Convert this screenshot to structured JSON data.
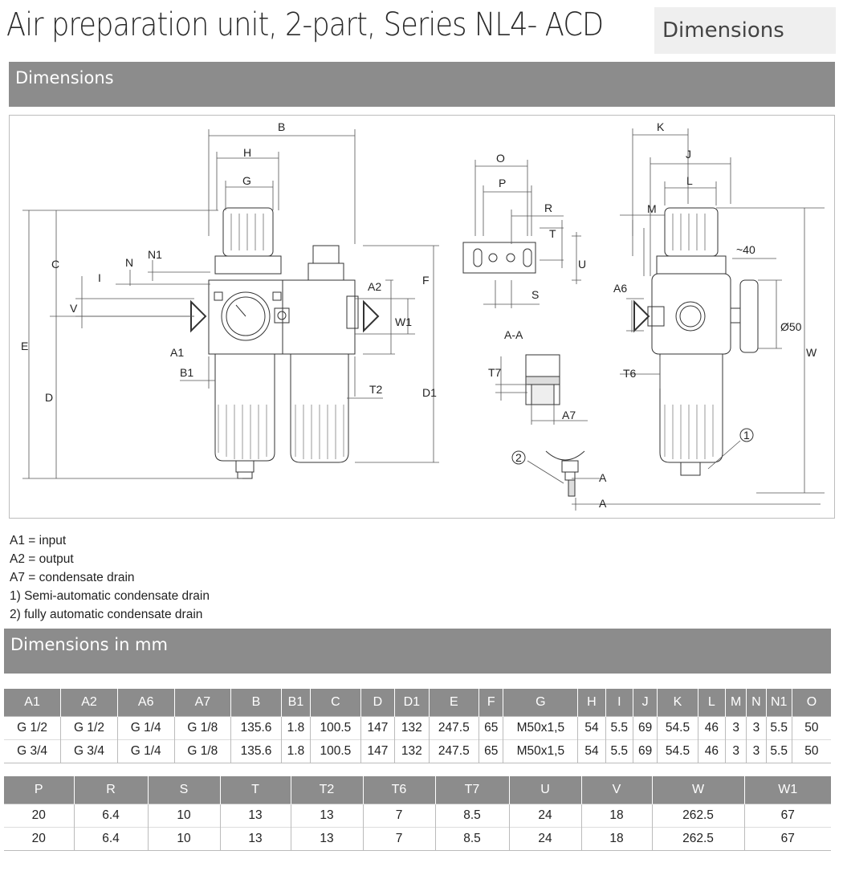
{
  "header": {
    "title": "Air preparation unit, 2-part, Series NL4- ACD",
    "tag": "Dimensions"
  },
  "section_dimensions": "Dimensions",
  "drawing": {
    "labels": [
      "B",
      "H",
      "G",
      "C",
      "N",
      "N1",
      "I",
      "V",
      "E",
      "D",
      "A1",
      "B1",
      "A2",
      "F",
      "W1",
      "D1",
      "T2",
      "O",
      "P",
      "R",
      "T",
      "U",
      "S",
      "A-A",
      "T7",
      "A7",
      "2",
      "A",
      "A",
      "K",
      "J",
      "L",
      "M",
      "~40",
      "A6",
      "Ø50",
      "W",
      "T6",
      "1"
    ]
  },
  "notes": [
    "A1 = input",
    "A2 = output",
    "A7 = condensate drain",
    "1) Semi-automatic condensate drain",
    "2) fully automatic condensate drain"
  ],
  "section_mm": "Dimensions in mm",
  "table1": {
    "headers": [
      "A1",
      "A2",
      "A6",
      "A7",
      "B",
      "B1",
      "C",
      "D",
      "D1",
      "E",
      "F",
      "G",
      "H",
      "I",
      "J",
      "K",
      "L",
      "M",
      "N",
      "N1",
      "O"
    ],
    "rows": [
      [
        "G 1/2",
        "G 1/2",
        "G 1/4",
        "G 1/8",
        "135.6",
        "1.8",
        "100.5",
        "147",
        "132",
        "247.5",
        "65",
        "M50x1,5",
        "54",
        "5.5",
        "69",
        "54.5",
        "46",
        "3",
        "3",
        "5.5",
        "50"
      ],
      [
        "G 3/4",
        "G 3/4",
        "G 1/4",
        "G 1/8",
        "135.6",
        "1.8",
        "100.5",
        "147",
        "132",
        "247.5",
        "65",
        "M50x1,5",
        "54",
        "5.5",
        "69",
        "54.5",
        "46",
        "3",
        "3",
        "5.5",
        "50"
      ]
    ]
  },
  "table2": {
    "headers": [
      "P",
      "R",
      "S",
      "T",
      "T2",
      "T6",
      "T7",
      "U",
      "V",
      "W",
      "W1"
    ],
    "rows": [
      [
        "20",
        "6.4",
        "10",
        "13",
        "13",
        "7",
        "8.5",
        "24",
        "18",
        "262.5",
        "67"
      ],
      [
        "20",
        "6.4",
        "10",
        "13",
        "13",
        "7",
        "8.5",
        "24",
        "18",
        "262.5",
        "67"
      ]
    ]
  }
}
